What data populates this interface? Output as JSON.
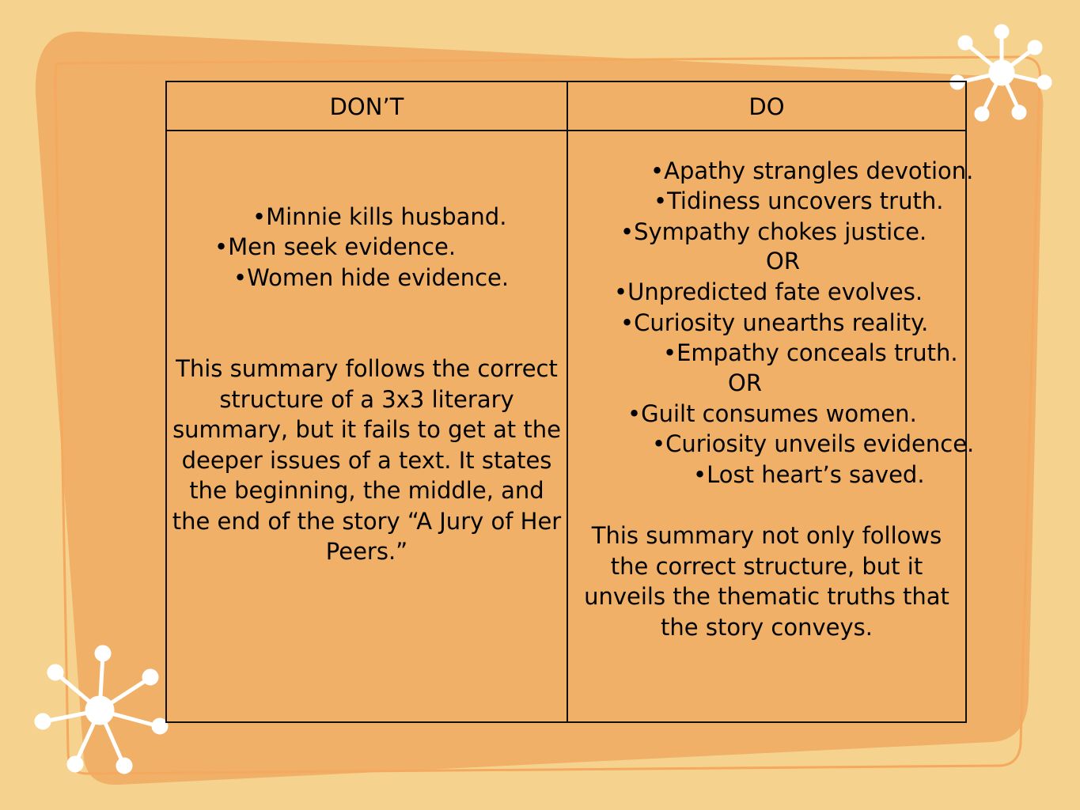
{
  "table": {
    "headers": {
      "dont": "DON’T",
      "do": "DO"
    },
    "dont": {
      "bullets": [
        "•Minnie kills husband.",
        "•Men seek evidence.",
        "•Women hide evidence."
      ],
      "explanation": "This summary follows the correct structure of a 3x3 literary summary, but it fails to get at the deeper issues of a text. It states the beginning, the middle, and the end of the story “A Jury of Her Peers.”"
    },
    "do": {
      "lines": [
        "•Apathy strangles devotion.",
        "•Tidiness uncovers truth.",
        "•Sympathy chokes justice.",
        "OR",
        "•Unpredicted fate evolves.",
        "•Curiosity unearths reality.",
        "•Empathy conceals truth.",
        "OR",
        "•Guilt consumes women.",
        "•Curiosity unveils evidence.",
        "•Lost heart’s saved."
      ],
      "explanation": "This summary not only follows the correct structure, but it unveils the thematic truths that the story conveys."
    }
  },
  "colors": {
    "background": "#f5d38f",
    "panel": "#f0b067",
    "panel_outline": "#f4a95e",
    "starburst": "#ffffff"
  },
  "decorations": {
    "starbursts": [
      "starburst-icon",
      "starburst-icon"
    ]
  }
}
